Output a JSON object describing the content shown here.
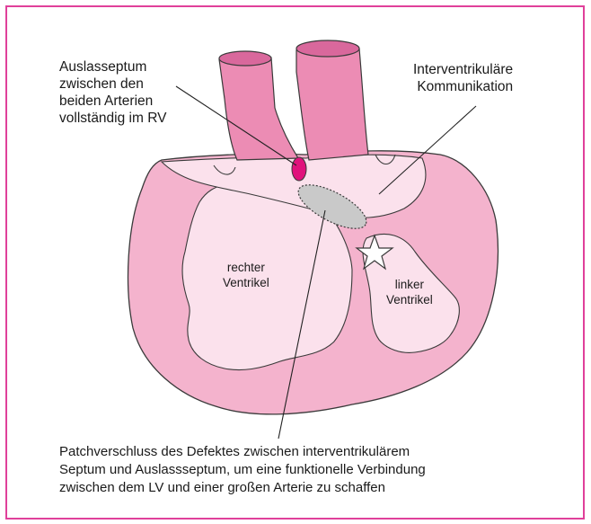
{
  "figure": {
    "colors": {
      "frame": "#e0409a",
      "outer_wall": "#f4b3cd",
      "inner_chamber": "#fbe1ec",
      "artery": "#ec8cb4",
      "artery_dark": "#d9689c",
      "septum_marker": "#e0127c",
      "patch": "#c9c9c9",
      "outline": "#3a3a3a"
    },
    "labels": {
      "outlet_septum": [
        "Auslasseptum",
        "zwischen den",
        "beiden Arterien",
        "vollständig im RV"
      ],
      "vsd": [
        "Interventrikuläre",
        "Kommunikation"
      ],
      "right_ventricle": [
        "rechter",
        "Ventrikel"
      ],
      "left_ventricle": [
        "linker",
        "Ventrikel"
      ],
      "patch_closure": [
        "Patchverschluss des Defektes zwischen interventrikulärem",
        "Septum und Auslassseptum, um eine funktionelle Verbindung",
        "zwischen dem LV und einer großen Arterie zu schaffen"
      ]
    }
  }
}
